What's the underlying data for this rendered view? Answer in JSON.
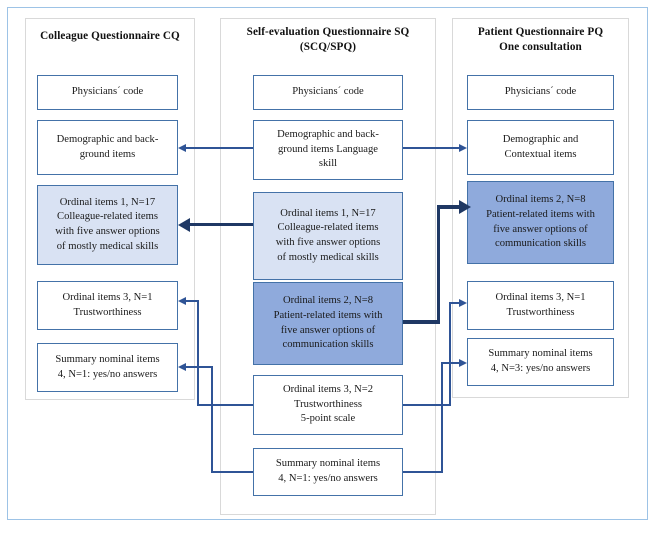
{
  "frame": {
    "accent_border": "#9dc3e6",
    "node_border": "#4472a8",
    "light_fill": "#d9e2f3",
    "dark_fill": "#8faadc",
    "connector": "#2f5496",
    "connector_thick": "#1f3864"
  },
  "columns": [
    {
      "id": "cq",
      "title": "Colleague Questionnaire CQ",
      "nodes": [
        {
          "id": "cq-code",
          "text": "Physicians´ code",
          "fill": "white"
        },
        {
          "id": "cq-demo",
          "text": "Demographic and back-\nground items",
          "fill": "white"
        },
        {
          "id": "cq-ord1",
          "text": "Ordinal items 1, N=17\nColleague-related items\nwith five answer options\nof mostly medical skills",
          "fill": "light"
        },
        {
          "id": "cq-ord3",
          "text": "Ordinal items 3, N=1\nTrustworthiness",
          "fill": "white"
        },
        {
          "id": "cq-summary",
          "text": "Summary nominal items\n4, N=1: yes/no answers",
          "fill": "white"
        }
      ]
    },
    {
      "id": "sq",
      "title": "Self-evaluation Questionnaire SQ\n(SCQ/SPQ)",
      "nodes": [
        {
          "id": "sq-code",
          "text": "Physicians´ code",
          "fill": "white"
        },
        {
          "id": "sq-demo",
          "text": "Demographic and back-\nground items Language\nskill",
          "fill": "white"
        },
        {
          "id": "sq-ord1",
          "text": "Ordinal items 1, N=17\nColleague-related items\nwith five answer options\nof mostly medical skills",
          "fill": "light"
        },
        {
          "id": "sq-ord2",
          "text": "Ordinal items 2, N=8\nPatient-related items with\nfive answer options of\ncommunication skills",
          "fill": "dark"
        },
        {
          "id": "sq-ord3",
          "text": "Ordinal items 3, N=2\nTrustworthiness\n5-point scale",
          "fill": "white"
        },
        {
          "id": "sq-summary",
          "text": "Summary nominal items\n4, N=1: yes/no answers",
          "fill": "white"
        }
      ]
    },
    {
      "id": "pq",
      "title": "Patient Questionnaire PQ\nOne consultation",
      "nodes": [
        {
          "id": "pq-code",
          "text": "Physicians´ code",
          "fill": "white"
        },
        {
          "id": "pq-demo",
          "text": "Demographic and\nContextual items",
          "fill": "white"
        },
        {
          "id": "pq-ord2",
          "text": "Ordinal items 2, N=8\nPatient-related items with\nfive answer options of\ncommunication skills",
          "fill": "dark"
        },
        {
          "id": "pq-ord3",
          "text": "Ordinal items 3, N=1\nTrustworthiness",
          "fill": "white"
        },
        {
          "id": "pq-summary",
          "text": "Summary nominal items\n4, N=3:  yes/no answers",
          "fill": "white"
        }
      ]
    }
  ],
  "connectors": [
    {
      "id": "sq-demo-to-cq-demo",
      "from": "sq-demo",
      "to": "cq-demo",
      "weight": "thin",
      "direction": "left"
    },
    {
      "id": "sq-demo-to-pq-demo",
      "from": "sq-demo",
      "to": "pq-demo",
      "weight": "thin",
      "direction": "right"
    },
    {
      "id": "sq-ord1-to-cq-ord1",
      "from": "sq-ord1",
      "to": "cq-ord1",
      "weight": "thick",
      "direction": "left"
    },
    {
      "id": "sq-ord2-to-pq-ord2",
      "from": "sq-ord2",
      "to": "pq-ord2",
      "weight": "thick",
      "direction": "right"
    },
    {
      "id": "sq-ord3-to-cq-ord3",
      "from": "sq-ord3",
      "to": "cq-ord3",
      "weight": "thin",
      "direction": "left"
    },
    {
      "id": "sq-ord3-to-pq-ord3",
      "from": "sq-ord3",
      "to": "pq-ord3",
      "weight": "thin",
      "direction": "right"
    },
    {
      "id": "sq-summary-to-cq-summary",
      "from": "sq-summary",
      "to": "cq-summary",
      "weight": "thin",
      "direction": "left"
    },
    {
      "id": "sq-summary-to-pq-summary",
      "from": "sq-summary",
      "to": "pq-summary",
      "weight": "thin",
      "direction": "right"
    }
  ]
}
